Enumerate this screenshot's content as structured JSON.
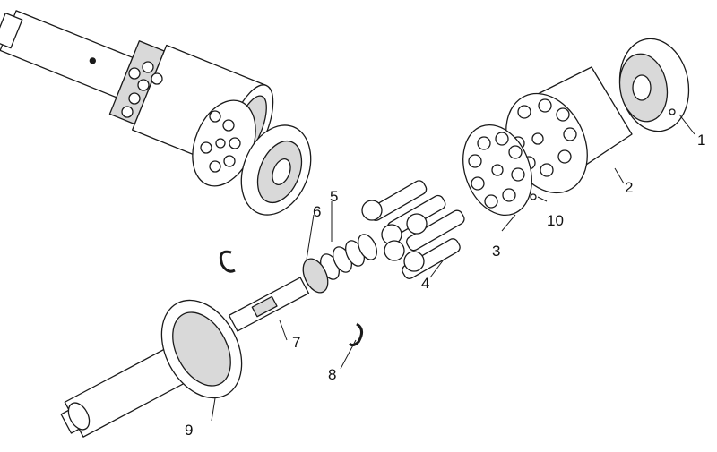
{
  "callouts": [
    "1",
    "2",
    "3",
    "4",
    "5",
    "6",
    "7",
    "8",
    "9",
    "10"
  ],
  "colors": {
    "stroke": "#1a1a1a",
    "fill": "#ffffff",
    "shade": "#d9d9d9"
  }
}
